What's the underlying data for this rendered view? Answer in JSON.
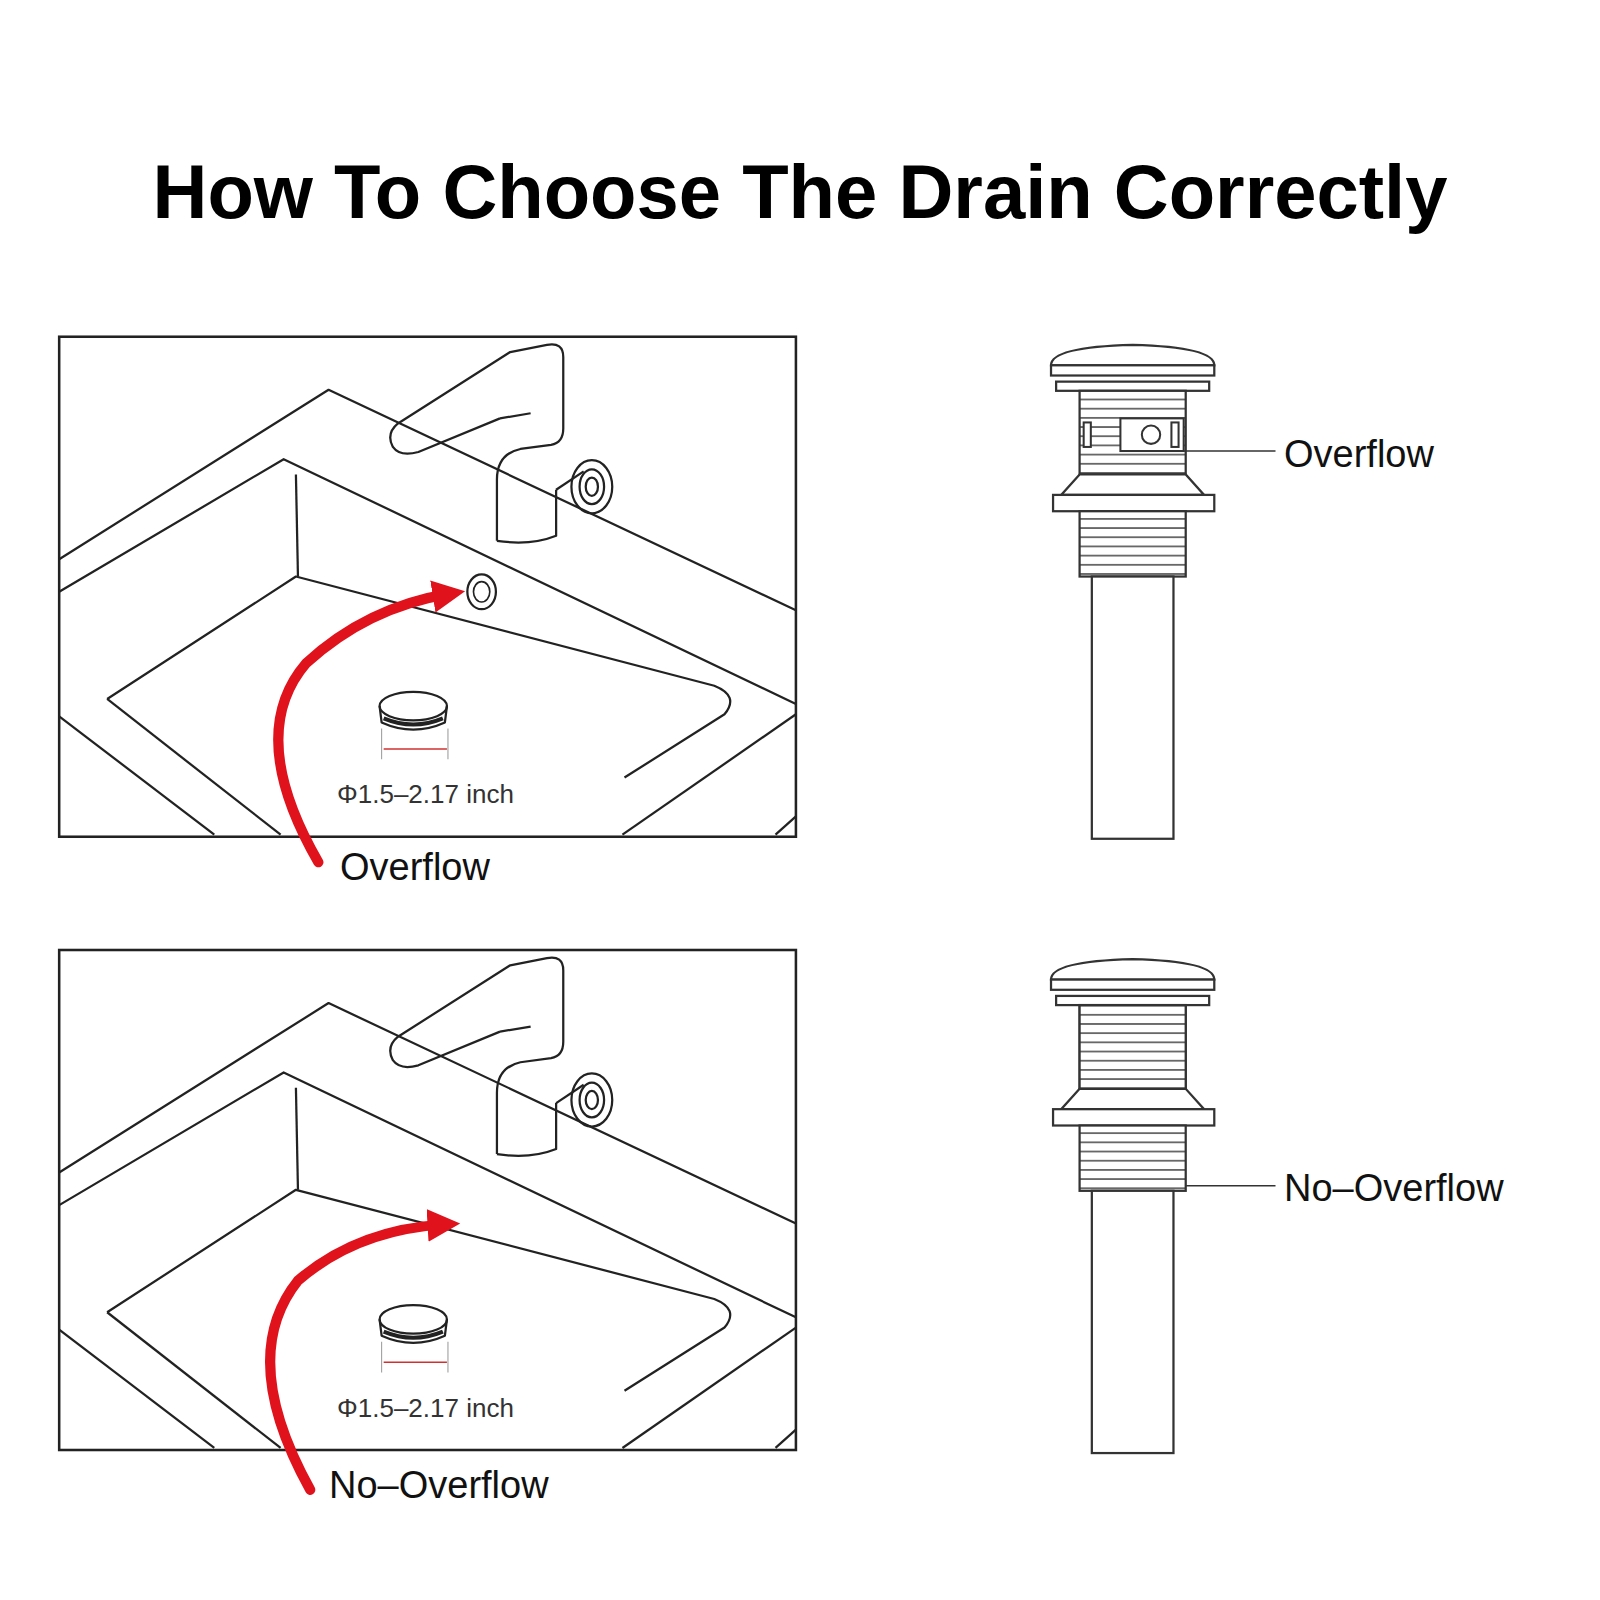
{
  "diagram": {
    "title": "How To Choose The Drain Correctly",
    "labels": [
      "Φ1.5–2.17 inch",
      "Overflow",
      "Overflow",
      "Φ1.5–2.17 inch",
      "No–Overflow",
      "No–Overflow"
    ]
  }
}
